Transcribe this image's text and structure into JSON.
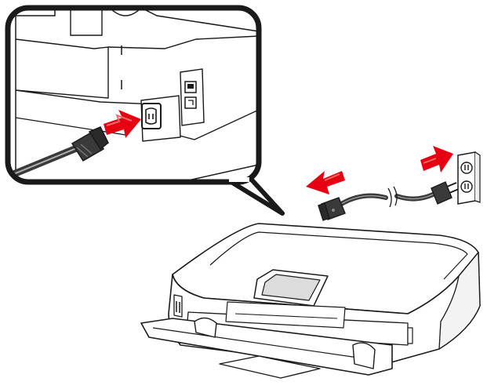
{
  "figure": {
    "kind": "setup-illustration",
    "colors": {
      "outline": "#1a1a1a",
      "arrow_red": "#e60012",
      "arrow_red_light": "#f26b6b",
      "body_fill": "#ffffff",
      "screen_fill": "#dcdcdc",
      "cable_dark": "#3a3a3a"
    },
    "steps": [
      {
        "name": "connect-cord-to-printer",
        "icon": "power-cord-plug-icon"
      },
      {
        "name": "connect-plug-to-outlet",
        "icon": "wall-outlet-icon"
      }
    ]
  }
}
